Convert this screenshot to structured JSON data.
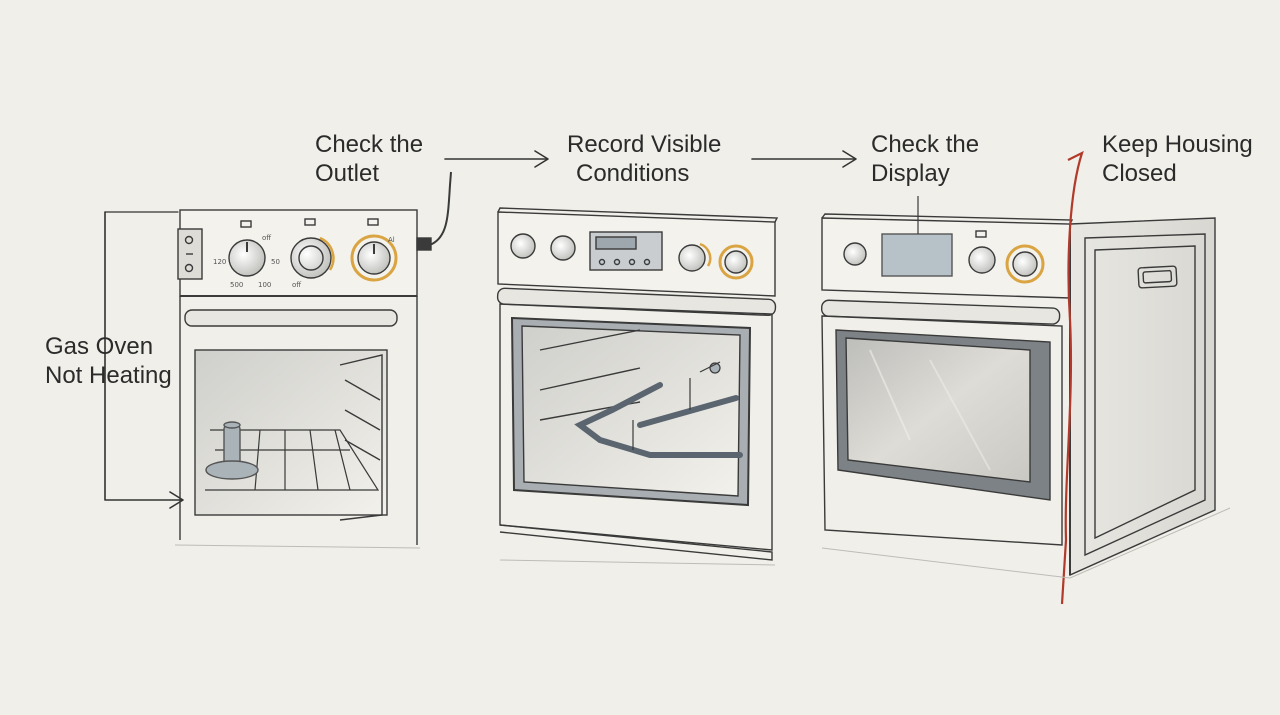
{
  "labels": {
    "start": {
      "line1": "Gas Oven",
      "line2": "Not Heating"
    },
    "step1": {
      "line1": "Check the",
      "line2": "Outlet"
    },
    "step2": {
      "line1": "Record Visible",
      "line2": "Conditions"
    },
    "step3": {
      "line1": "Check the",
      "line2": "Display"
    },
    "step4": {
      "line1": "Keep Housing",
      "line2": "Closed"
    }
  },
  "knob_markings": {
    "off": "off",
    "t120": "120",
    "t50": "50",
    "t100": "100",
    "t500": "500",
    "al": "Al"
  },
  "colors": {
    "background": "#f0efe9",
    "ink": "#333333",
    "accent_knob": "#d9a441",
    "display_panel": "#b7c2c8",
    "warning_line": "#b23a2a"
  },
  "icons": [
    "arrow-right-icon",
    "power-cord-icon",
    "gas-burner-icon",
    "oven-rack-icon",
    "control-knob-icon"
  ]
}
